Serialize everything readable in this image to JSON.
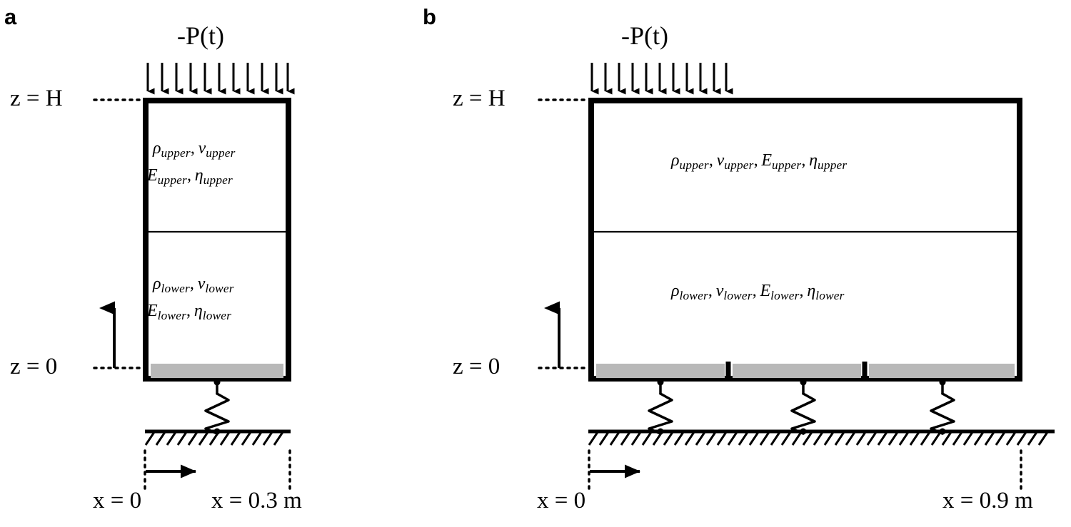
{
  "figure": {
    "background": "#ffffff",
    "ink": "#000000",
    "base_layer_color": "#b8b8b8"
  },
  "panels": [
    {
      "id": "a",
      "letter": "a",
      "load_label": "-P(t)",
      "load_arrow_count": 11,
      "top_label": "z = H",
      "bottom_label": "z = 0",
      "x_origin_label": "x = 0",
      "x_end_label": "x = 0.3 m",
      "spring_count": 1,
      "base_segments": 1,
      "upper_material": {
        "line1": {
          "rho": "ρ",
          "rho_sub": "upper",
          "nu": "ν",
          "nu_sub": "upper"
        },
        "line2": {
          "E": "E",
          "E_sub": "upper",
          "eta": "η",
          "eta_sub": "upper"
        }
      },
      "lower_material": {
        "line1": {
          "rho": "ρ",
          "rho_sub": "lower",
          "nu": "ν",
          "nu_sub": "lower"
        },
        "line2": {
          "E": "E",
          "E_sub": "lower",
          "eta": "η",
          "eta_sub": "lower"
        }
      }
    },
    {
      "id": "b",
      "letter": "b",
      "load_label": "-P(t)",
      "load_arrow_count": 11,
      "top_label": "z = H",
      "bottom_label": "z = 0",
      "x_origin_label": "x = 0",
      "x_end_label": "x = 0.9 m",
      "spring_count": 3,
      "base_segments": 3,
      "upper_material": {
        "rho": "ρ",
        "rho_sub": "upper",
        "nu": "ν",
        "nu_sub": "upper",
        "E": "E",
        "E_sub": "upper",
        "eta": "η",
        "eta_sub": "upper"
      },
      "lower_material": {
        "rho": "ρ",
        "rho_sub": "lower",
        "nu": "ν",
        "nu_sub": "lower",
        "E": "E",
        "E_sub": "lower",
        "eta": "η",
        "eta_sub": "lower"
      }
    }
  ]
}
